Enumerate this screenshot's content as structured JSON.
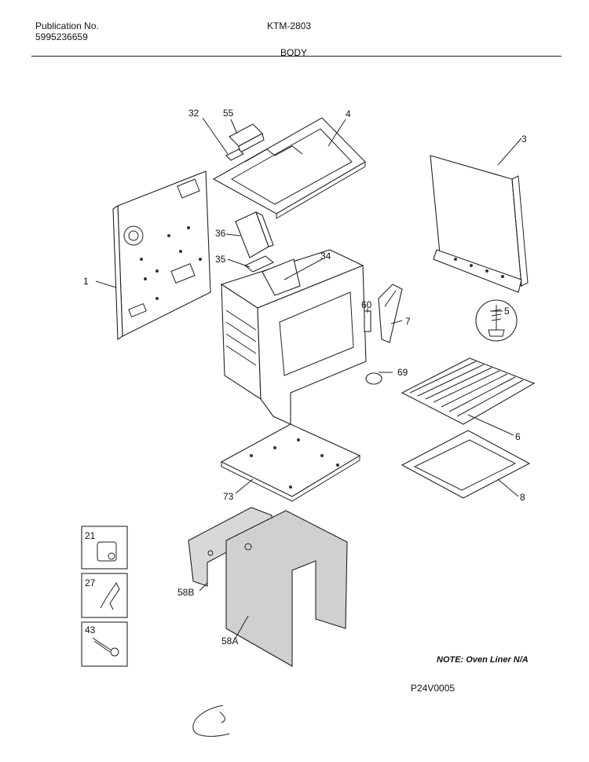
{
  "header": {
    "publication_label": "Publication No.",
    "publication_number": "5995236659",
    "model": "KTM-2803",
    "section": "BODY"
  },
  "footer": {
    "note": "NOTE: Oven Liner N/A",
    "figure_id": "P24V0005"
  },
  "callouts": {
    "c1": "1",
    "c3": "3",
    "c4": "4",
    "c5": "5",
    "c6": "6",
    "c7": "7",
    "c8": "8",
    "c21": "21",
    "c27": "27",
    "c32": "32",
    "c34": "34",
    "c35": "35",
    "c36": "36",
    "c43": "43",
    "c55": "55",
    "c58a": "58A",
    "c58b": "58B",
    "c60": "60",
    "c69": "69",
    "c73": "73"
  }
}
